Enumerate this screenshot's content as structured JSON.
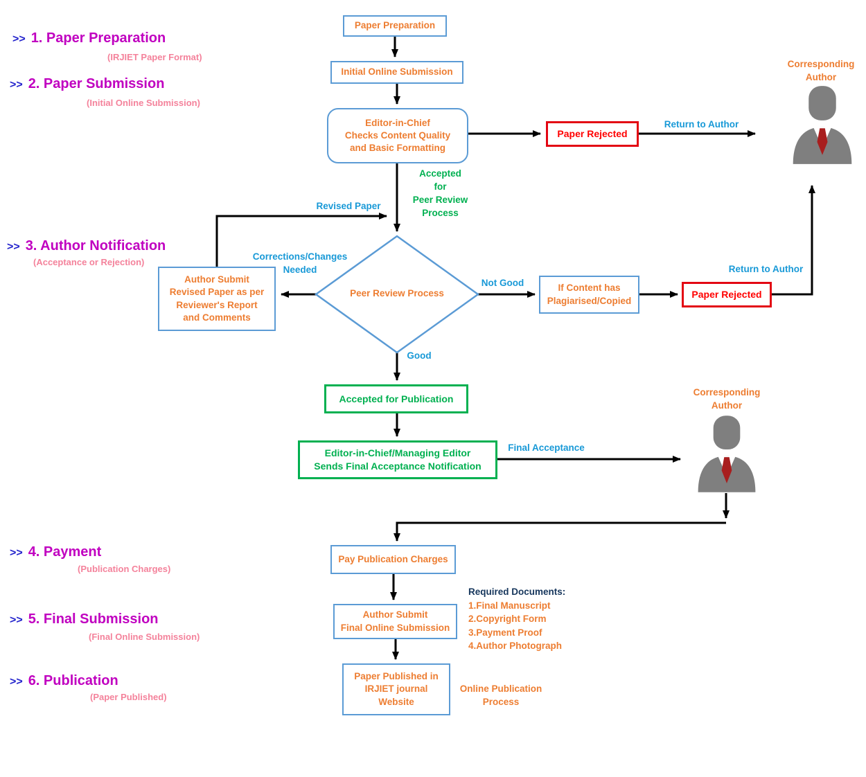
{
  "steps": [
    {
      "chevron": ">>",
      "title": "1. Paper Preparation",
      "subtitle": "(IRJIET Paper Format)"
    },
    {
      "chevron": ">>",
      "title": "2. Paper Submission",
      "subtitle": "(Initial Online Submission)"
    },
    {
      "chevron": ">>",
      "title": "3. Author Notification",
      "subtitle": "(Acceptance or Rejection)"
    },
    {
      "chevron": ">>",
      "title": "4. Payment",
      "subtitle": "(Publication Charges)"
    },
    {
      "chevron": ">>",
      "title": "5. Final Submission",
      "subtitle": "(Final Online Submission)"
    },
    {
      "chevron": ">>",
      "title": "6. Publication",
      "subtitle": "(Paper Published)"
    }
  ],
  "nodes": {
    "paper_preparation": "Paper Preparation",
    "initial_submission": "Initial Online Submission",
    "editor_check": "Editor-in-Chief\nChecks Content Quality\nand Basic Formatting",
    "paper_rejected_1": "Paper Rejected",
    "peer_review": "Peer Review Process",
    "author_revised": "Author Submit\nRevised Paper as per\nReviewer's Report\nand Comments",
    "plagiarised": "If Content has\nPlagiarised/Copied",
    "paper_rejected_2": "Paper Rejected",
    "accepted_publication": "Accepted for Publication",
    "final_notification": "Editor-in-Chief/Managing Editor\nSends Final Acceptance Notification",
    "pay_charges": "Pay Publication Charges",
    "author_final_submission": "Author Submit\nFinal Online Submission",
    "paper_published": "Paper Published in\nIRJIET journal\nWebsite"
  },
  "labels": {
    "return_to_author_1": "Return to Author",
    "return_to_author_2": "Return to Author",
    "accepted_for_peer_review": "Accepted\nfor\nPeer Review\nProcess",
    "revised_paper": "Revised Paper",
    "corrections_needed": "Corrections/Changes\nNeeded",
    "not_good": "Not Good",
    "good": "Good",
    "final_acceptance": "Final Acceptance",
    "corresponding_author_1": "Corresponding\nAuthor",
    "corresponding_author_2": "Corresponding\nAuthor",
    "online_publication": "Online Publication\nProcess"
  },
  "documents": {
    "title": "Required Documents:",
    "items": [
      "1.Final Manuscript",
      "2.Copyright Form",
      "3.Payment Proof",
      "4.Author Photograph"
    ]
  },
  "colors": {
    "node_border_blue": "#5B9BD5",
    "node_text_orange": "#ED7D31",
    "rejected_red": "#E30613",
    "accepted_green": "#00B050",
    "flow_label_blue": "#1899D7",
    "step_magenta": "#C000C0",
    "step_sub_pink": "#F4829B",
    "docs_title_navy": "#16365C",
    "chevron_blue": "#2222CC"
  }
}
